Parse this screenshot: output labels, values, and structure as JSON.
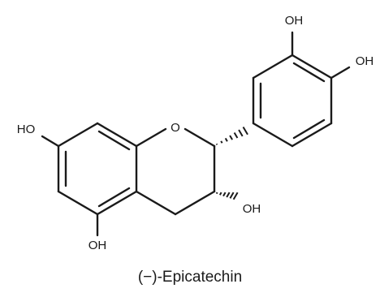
{
  "molecule": {
    "name": "(−)-Epicatechin"
  },
  "atoms": {
    "ring_oxygen": "O",
    "oh_7": "HO",
    "oh_5": "OH",
    "oh_3": "OH",
    "oh_3p": "OH",
    "oh_4p": "OH"
  },
  "colors": {
    "ink": "#1a1a1a",
    "background": "#ffffff"
  }
}
